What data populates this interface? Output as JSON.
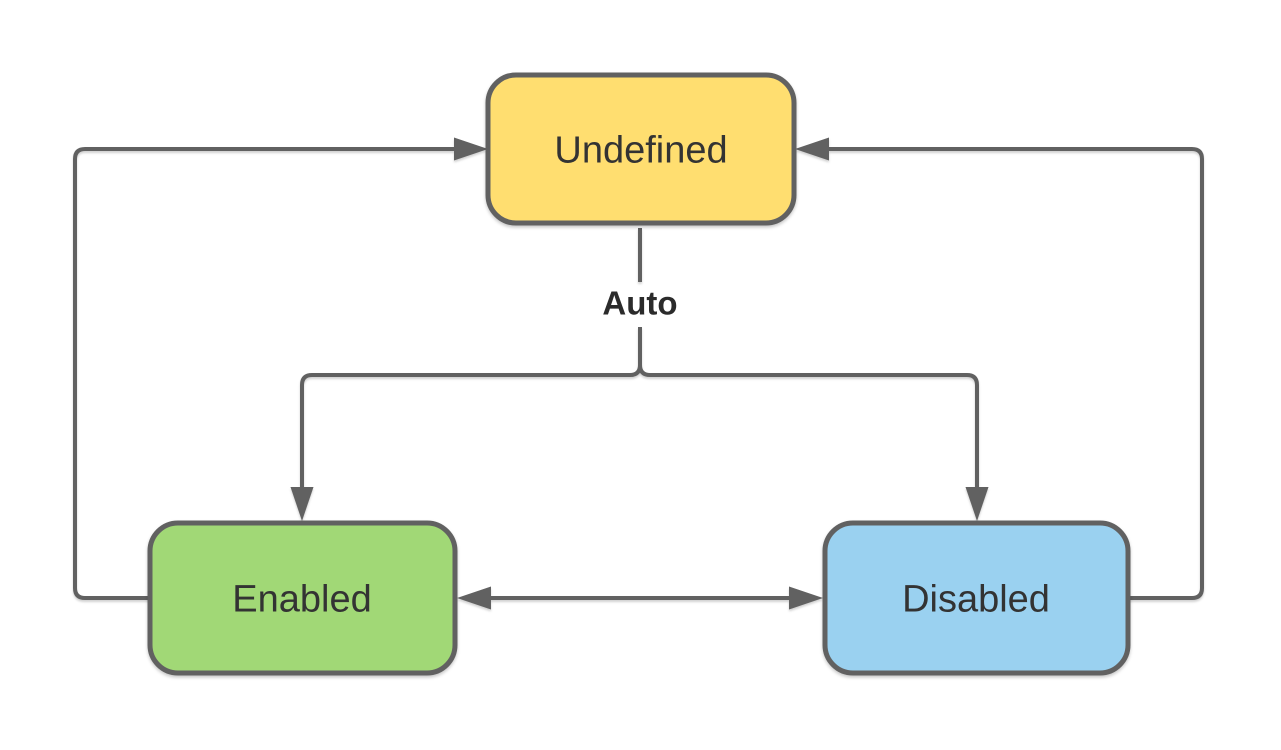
{
  "diagram": {
    "type": "state-diagram",
    "background": "#ffffff",
    "line_color": "#616161",
    "text_color": "#333333",
    "edge_label_color": "#2b2b2b",
    "auto_label": "Auto",
    "nodes": [
      {
        "id": "undefined",
        "label": "Undefined",
        "fill": "#FFDE70"
      },
      {
        "id": "enabled",
        "label": "Enabled",
        "fill": "#A1D876"
      },
      {
        "id": "disabled",
        "label": "Disabled",
        "fill": "#9AD1F0"
      }
    ],
    "edges": [
      {
        "from": "Undefined",
        "to": "Enabled",
        "label": "Auto"
      },
      {
        "from": "Undefined",
        "to": "Disabled",
        "label": "Auto"
      },
      {
        "from": "Enabled",
        "to": "Undefined",
        "label": ""
      },
      {
        "from": "Disabled",
        "to": "Undefined",
        "label": ""
      },
      {
        "from": "Enabled",
        "to": "Disabled",
        "label": "",
        "bidirectional": true
      }
    ]
  }
}
